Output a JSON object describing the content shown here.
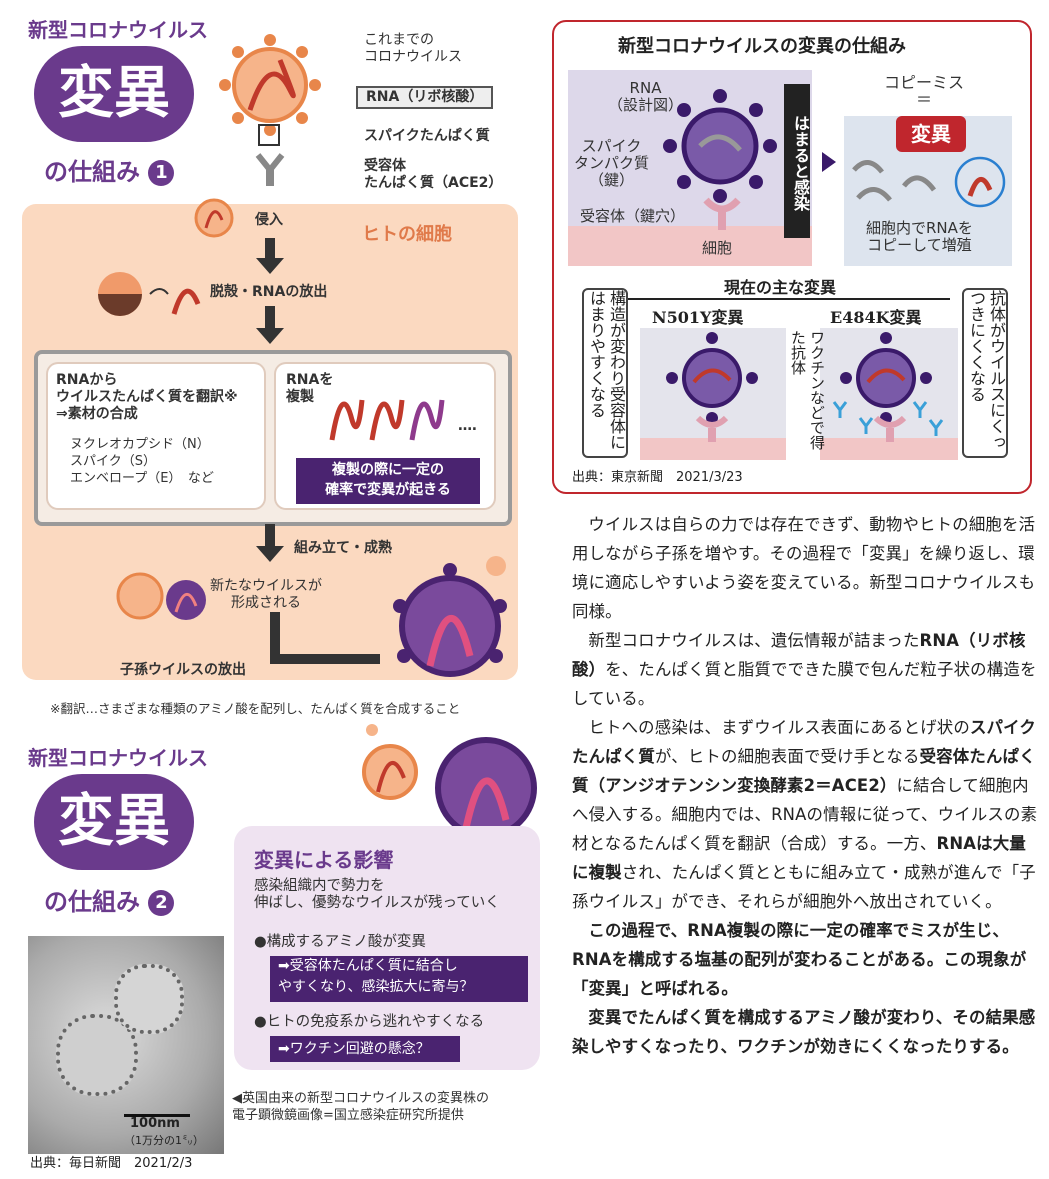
{
  "panel1": {
    "topic": "新型コロナウイルス",
    "badge": "変異",
    "subtitle": "の仕組み",
    "num": "1",
    "labels": {
      "old_virus": "これまでの\nコロナウイルス",
      "rna": "RNA（リボ核酸）",
      "spike": "スパイクたんぱく質",
      "receptor": "受容体\nたんぱく質（ACE2）",
      "entry": "侵入",
      "cell": "ヒトの細胞",
      "uncoat": "脱殻・RNAの放出",
      "translate": "RNAから\nウイルスたんぱく質を翻訳※\n⇒素材の合成",
      "materials": "ヌクレオカプシド（N）\nスパイク（S）\nエンベロープ（E）　など",
      "replicate": "RNAを\n複製",
      "dots": "‥‥",
      "mutation_note": "複製の際に一定の\n確率で変異が起きる",
      "assemble": "組み立て・成熟",
      "new_virus": "新たなウイルスが\n形成される",
      "release": "子孫ウイルスの放出",
      "footnote": "※翻訳…さまざまな種類のアミノ酸を配列し、たんぱく質を合成すること"
    }
  },
  "panel2": {
    "topic": "新型コロナウイルス",
    "badge": "変異",
    "subtitle": "の仕組み",
    "num": "2",
    "effects_title": "変異による影響",
    "effects_desc": "感染組織内で勢力を\n伸ばし、優勢なウイルスが残っていく",
    "bullet1": "●構成するアミノ酸が変異",
    "bullet1_box": "➡受容体たんぱく質に結合し\nやすくなり、感染拡大に寄与？",
    "bullet2": "●ヒトの免疫系から逃れやすくなる",
    "bullet2_box": "➡ワクチン回避の懸念？",
    "scale": "100nm",
    "scale_sub": "（1万分の1㍉）",
    "caption": "◀英国由来の新型コロナウイルスの変異株の\n電子顕微鏡画像=国立感染症研究所提供",
    "credit": "出典：毎日新聞　2021/2/3"
  },
  "panel3": {
    "title": "新型コロナウイルスの変異の仕組み",
    "rna": "RNA\n（設計図）",
    "spike": "スパイク\nタンパク質\n（鍵）",
    "receptor": "受容体（鍵穴）",
    "cell": "細胞",
    "fit": "はまると感染",
    "copymiss": "コピーミス\n＝",
    "mutation": "変異",
    "copy_desc": "細胞内でRNAを\nコピーして増殖",
    "current": "現在の主な変異",
    "n501y": "N501Y変異",
    "e484k": "E484K変異",
    "left_v": "構造が変わり受容体にはまりやすくなる",
    "right_v": "抗体がウイルスにくっつきにくくなる",
    "vaccine": "ワクチンなどで得た抗体",
    "credit": "出典：東京新聞　2021/3/23"
  },
  "article": {
    "p1": "ウイルスは自らの力では存在できず、動物やヒトの細胞を活用しながら子孫を増やす。その過程で「変異」を繰り返し、環境に適応しやすいよう姿を変えている。新型コロナウイルスも同様。",
    "p2a": "新型コロナウイルスは、遺伝情報が詰まった",
    "p2b": "RNA（リボ核酸）",
    "p2c": "を、たんぱく質と脂質でできた膜で包んだ粒子状の構造をしている。",
    "p3a": "ヒトへの感染は、まずウイルス表面にあるとげ状の",
    "p3b": "スパイクたんぱく質",
    "p3c": "が、ヒトの細胞表面で受け手となる",
    "p3d": "受容体たんぱく質（アンジオテンシン変換酵素2＝ACE2）",
    "p3e": "に結合して細胞内へ侵入する。細胞内では、RNAの情報に従って、ウイルスの素材となるたんぱく質を翻訳（合成）する。一方、",
    "p3f": "RNAは大量に複製",
    "p3g": "され、たんぱく質とともに組み立て・成熟が進んで「子孫ウイルス」ができ、それらが細胞外へ放出されていく。",
    "p4": "この過程で、RNA複製の際に一定の確率でミスが生じ、RNAを構成する塩基の配列が変わることがある。この現象が「変異」と呼ばれる。",
    "p5": "変異でたんぱく質を構成するアミノ酸が変わり、その結果感染しやすくなったり、ワクチンが効きにくくなったりする。"
  },
  "colors": {
    "purple": "#6a3a8c",
    "cell": "#fbd9c0",
    "red_frame": "#c0262d",
    "virus_orange": "#e8864a"
  }
}
